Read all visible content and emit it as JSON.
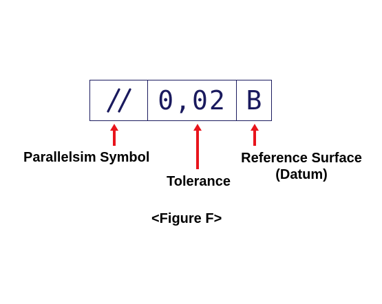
{
  "frame": {
    "symbol_icon": "parallelism-symbol-icon",
    "tolerance_value": "0,02",
    "datum_letter": "B"
  },
  "labels": {
    "parallelism": "Parallelsim Symbol",
    "tolerance": "Tolerance",
    "reference_line1": "Reference Surface",
    "reference_line2": "(Datum)"
  },
  "caption": "<Figure F>",
  "colors": {
    "frame": "#1a1a5e",
    "arrow": "#e8141c",
    "text": "#000000"
  }
}
